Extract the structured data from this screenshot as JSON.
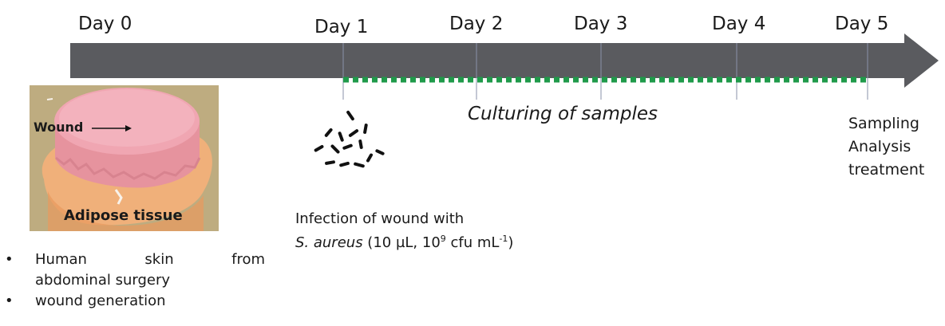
{
  "timeline": {
    "days": [
      "Day 0",
      "Day 1",
      "Day 2",
      "Day 3",
      "Day 4",
      "Day 5"
    ],
    "culture_label": "Culturing of samples",
    "arrow_color": "#5a5b5f",
    "dotted_line_color": "#1f9a4a"
  },
  "photo": {
    "wound_label": "Wound",
    "adipose_label": "Adipose tissue"
  },
  "skin_bullets": {
    "line1_words": [
      "Human",
      "skin",
      "from"
    ],
    "line2": "abdominal surgery",
    "line3": "wound generation",
    "bullet_glyph": "•"
  },
  "infection": {
    "line1": "Infection of wound with",
    "organism": "S. aureus",
    "dose_prefix": " (10 µL, 10",
    "dose_exp": "9",
    "dose_mid": " cfu mL",
    "dose_exp2": "-1",
    "dose_suffix": ")"
  },
  "final_steps": [
    "Sampling",
    "Analysis",
    "treatment"
  ]
}
